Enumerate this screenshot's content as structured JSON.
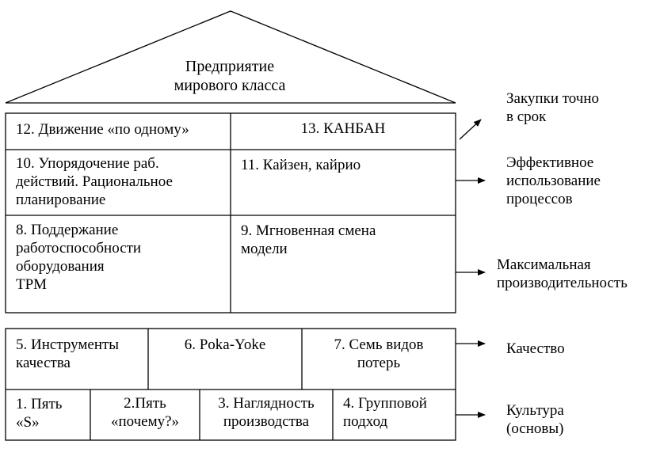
{
  "roof": {
    "title": "Предприятие\nмирового класса"
  },
  "cells": {
    "c12": "12. Движение «по одному»",
    "c13": "13. КАНБАН",
    "c10": "10. Упорядочение раб.\nдействий. Рациональное\nпланирование",
    "c11": "11. Кайзен, кайрио",
    "c8": "8. Поддержание\nработоспособности\nоборудования\nTPM",
    "c9": "9. Мгновенная  смена\n модели",
    "c5": "5. Инструменты\nкачества",
    "c6": "6. Poka-Yoke",
    "c7": "7. Семь видов\nпотерь",
    "c1": "1. Пять\n«S»",
    "c2": "2.Пять\n«почему?»",
    "c3": "3. Наглядность\nпроизводства",
    "c4": "4. Групповой\nподход"
  },
  "outcomes": {
    "o1": "Закупки точно\n в срок",
    "o2": "Эффективное\nиспользование\nпроцессов",
    "o3": "Максимальная\nпроизводительность",
    "o4": "Качество",
    "o5": "Культура\n(основы)"
  }
}
